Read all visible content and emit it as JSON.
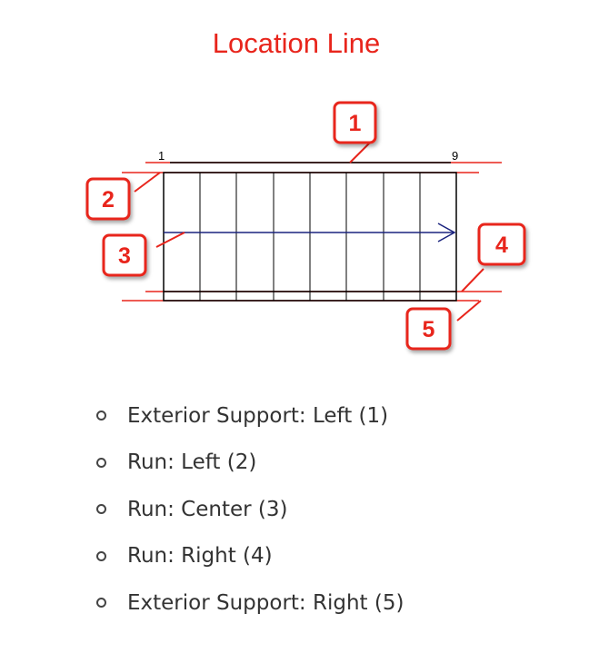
{
  "title": "Location Line",
  "diagram": {
    "start_label": "1",
    "end_label": "9",
    "callouts": [
      "1",
      "2",
      "3",
      "4",
      "5"
    ]
  },
  "legend": [
    "Exterior Support: Left (1)",
    "Run: Left (2)",
    "Run: Center (3)",
    "Run: Right (4)",
    "Exterior Support: Right (5)"
  ],
  "colors": {
    "accent": "#e8251c",
    "arrow": "#1a237e",
    "text": "#333333"
  }
}
